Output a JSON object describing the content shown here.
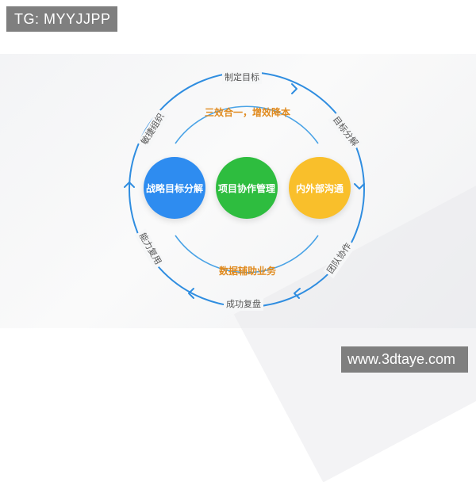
{
  "watermarks": {
    "top_left": "TG: MYYJJPP",
    "bottom_right": "www.3dtaye.com"
  },
  "colors": {
    "arc": "#2f8de0",
    "inner_arc": "#4aa3e6",
    "note": "#e08a1e",
    "node_blue": "#2e8cf0",
    "node_green": "#2ebd3f",
    "node_yellow": "#f9bf2b"
  },
  "cycle": {
    "top": "制定目标",
    "right_upper": "目标分解",
    "right_lower": "团队协作",
    "bottom": "成功复盘",
    "left_lower": "能力复用",
    "left_upper": "敏捷组织"
  },
  "inner_notes": {
    "top": "三效合一，增效降本",
    "bottom": "数据辅助业务"
  },
  "nodes": [
    {
      "label": "战略目标分解",
      "color": "#2e8cf0"
    },
    {
      "label": "项目协作管理",
      "color": "#2ebd3f"
    },
    {
      "label": "内外部沟通",
      "color": "#f9bf2b"
    }
  ]
}
